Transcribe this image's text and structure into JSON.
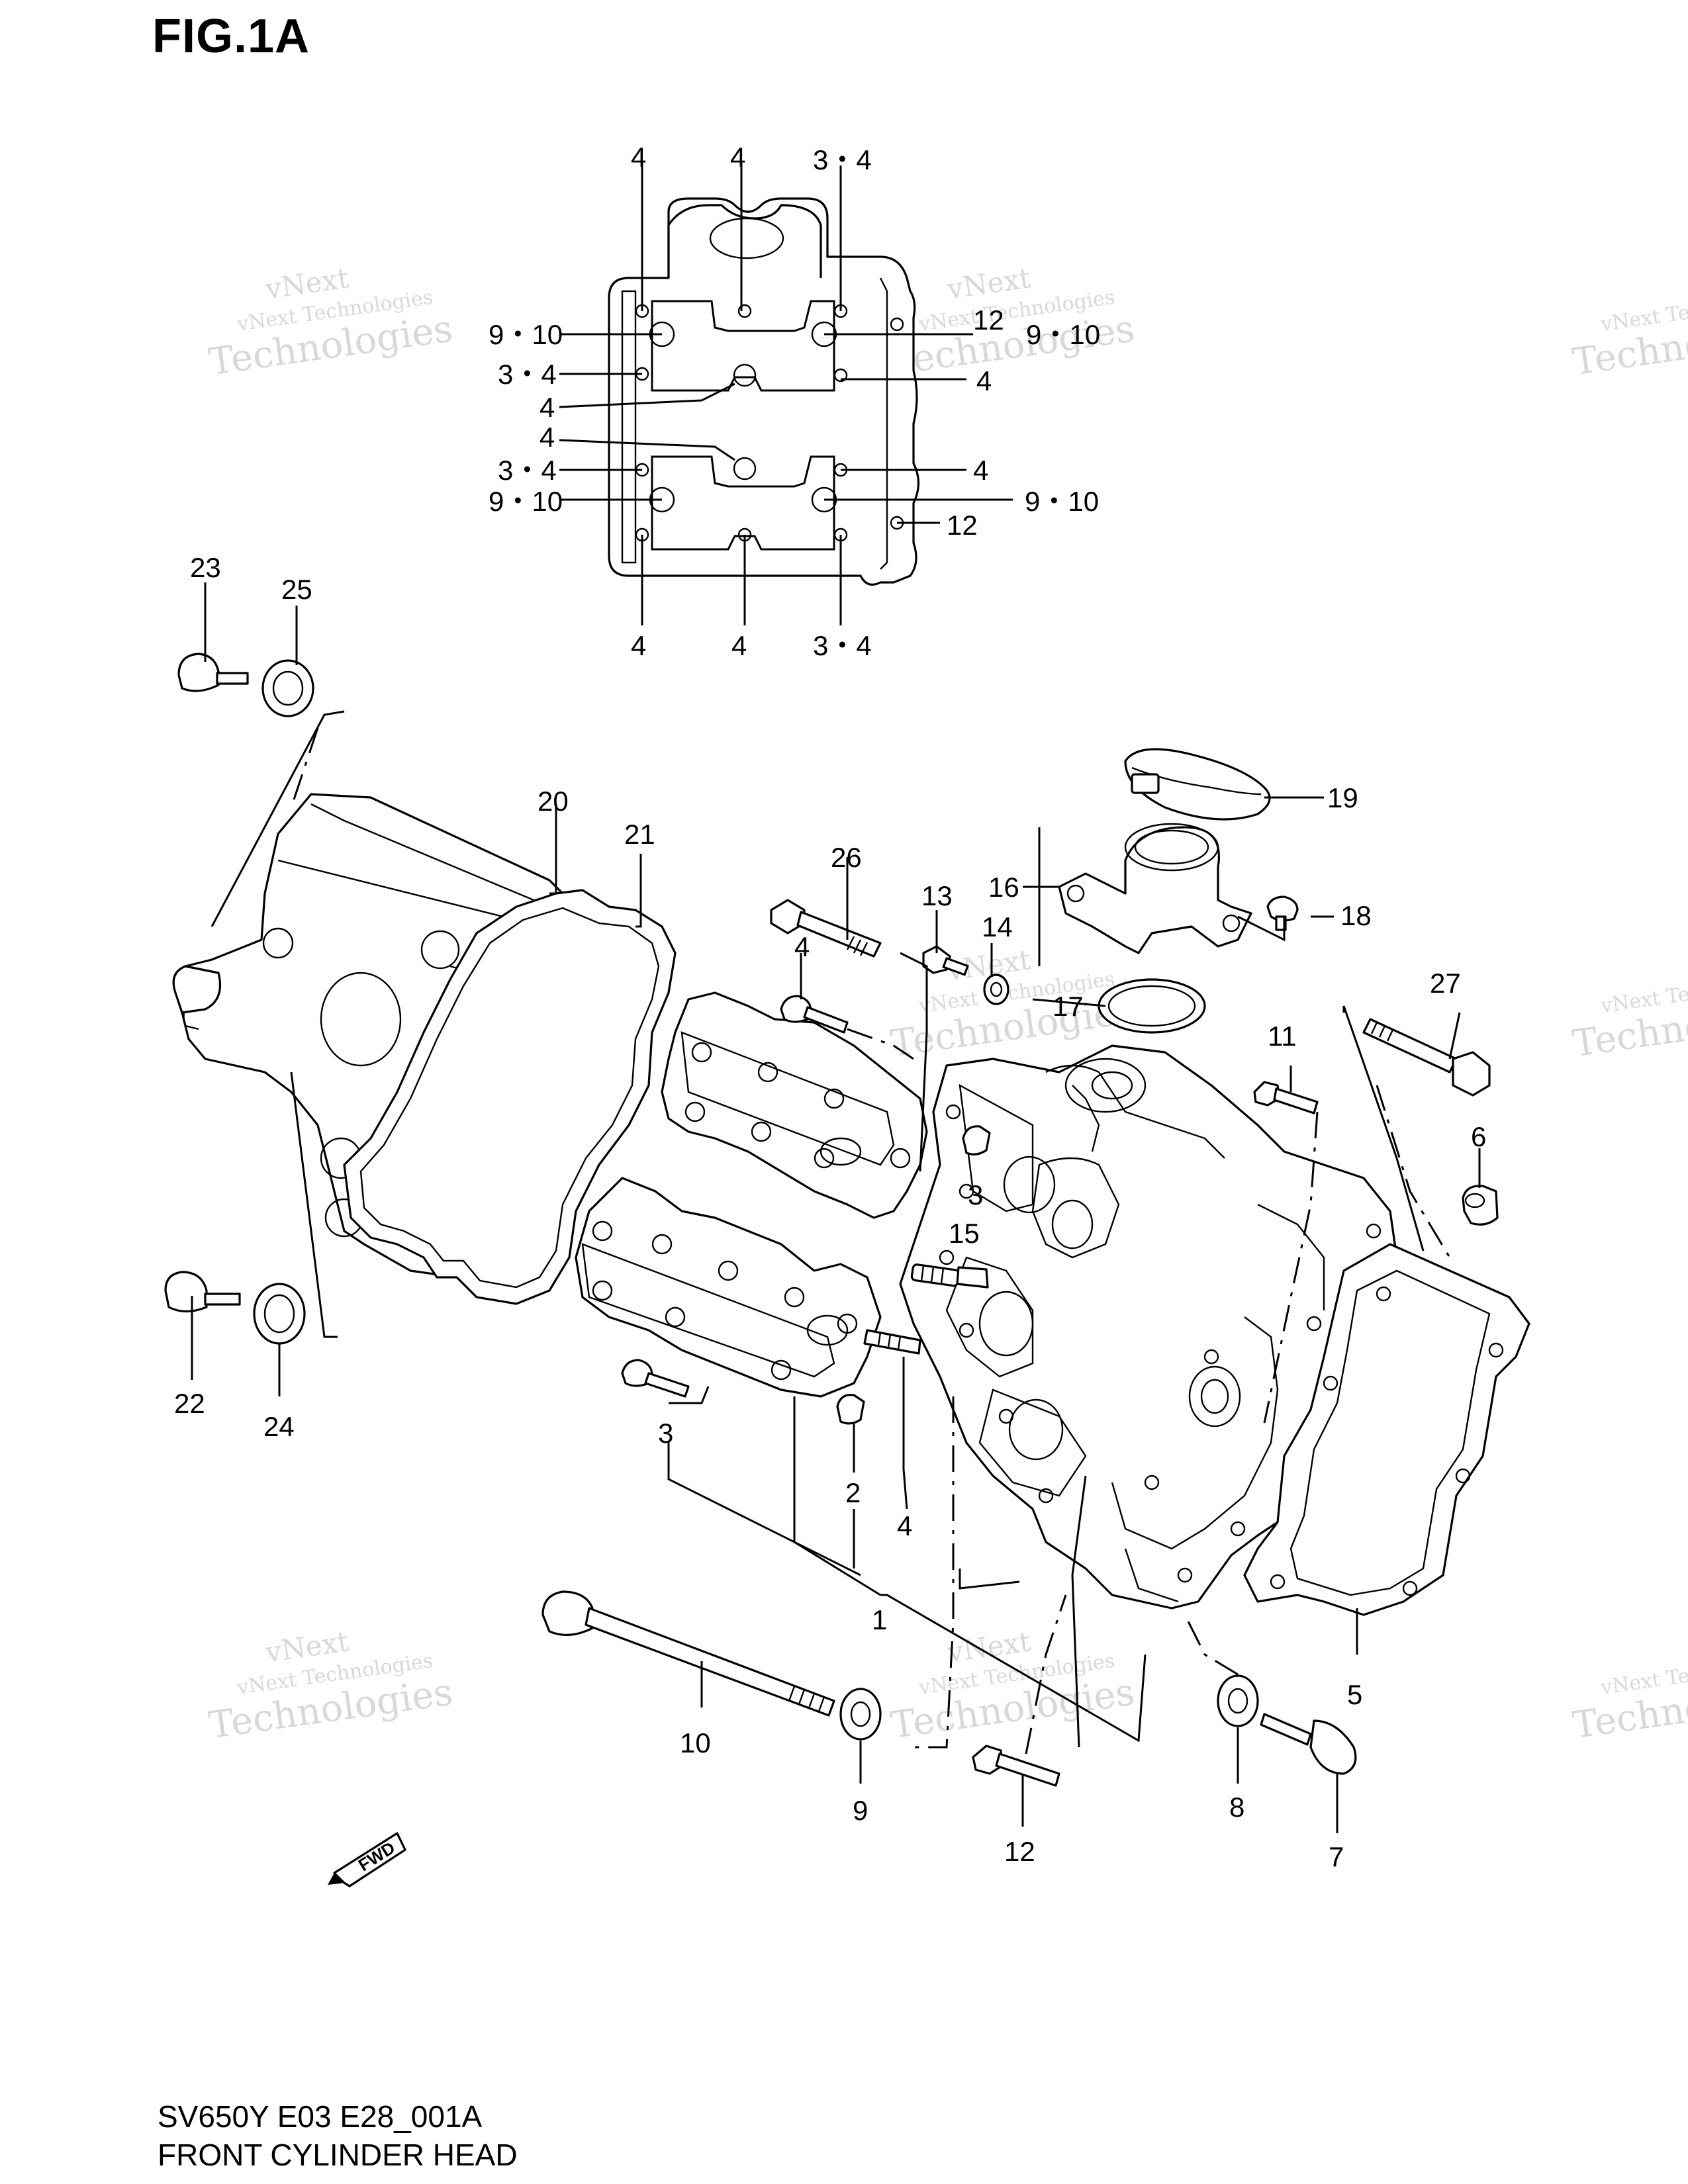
{
  "figure": {
    "title": "FIG.1A",
    "model_code": "SV650Y E03 E28_001A",
    "name": "FRONT CYLINDER HEAD"
  },
  "watermark": {
    "line1": "vNext Technologies",
    "line2": "vNext",
    "line3": "Technologies"
  },
  "tightening_pattern": {
    "labels": [
      "4",
      "4",
      "3・4",
      "9・10",
      "12",
      "9・10",
      "3・4",
      "4",
      "4",
      "4",
      "3・4",
      "4",
      "9・10",
      "9・10",
      "12",
      "4",
      "4",
      "3・4"
    ]
  },
  "callouts": {
    "p1": "1",
    "p2": "2",
    "p3": "3",
    "p3b": "3",
    "p4a": "4",
    "p4b": "4",
    "p5": "5",
    "p6": "6",
    "p7": "7",
    "p8": "8",
    "p9": "9",
    "p10": "10",
    "p11": "11",
    "p12": "12",
    "p13": "13",
    "p14": "14",
    "p15": "15",
    "p16": "16",
    "p17": "17",
    "p18": "18",
    "p19": "19",
    "p20": "20",
    "p21": "21",
    "p22": "22",
    "p23": "23",
    "p24": "24",
    "p25": "25",
    "p26": "26",
    "p27": "27"
  },
  "fwd_label": "FWD"
}
